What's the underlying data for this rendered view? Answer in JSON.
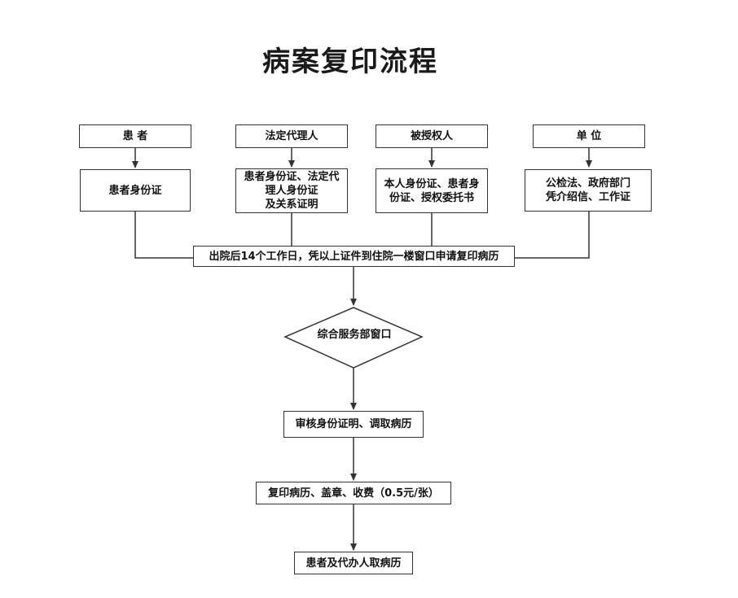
{
  "title": "病案复印流程",
  "applicants": [
    {
      "role": "患 者",
      "documents": "患者身份证"
    },
    {
      "role": "法定代理人",
      "documents": "患者身份证、法定代\n理人身份证\n及关系证明"
    },
    {
      "role": "被授权人",
      "documents": "本人身份证、患者身\n份证、授权委托书"
    },
    {
      "role": "单 位",
      "documents": "公检法、政府部门\n凭介绍信、工作证"
    }
  ],
  "apply_step": "出院后14个工作日，凭以上证件到住院一楼窗口申请复印病历",
  "decision": "综合服务部窗口",
  "steps": [
    "审核身份证明、调取病历",
    "复印病历、盖章、收费（0.5元/张）",
    "患者及代办人取病历"
  ]
}
